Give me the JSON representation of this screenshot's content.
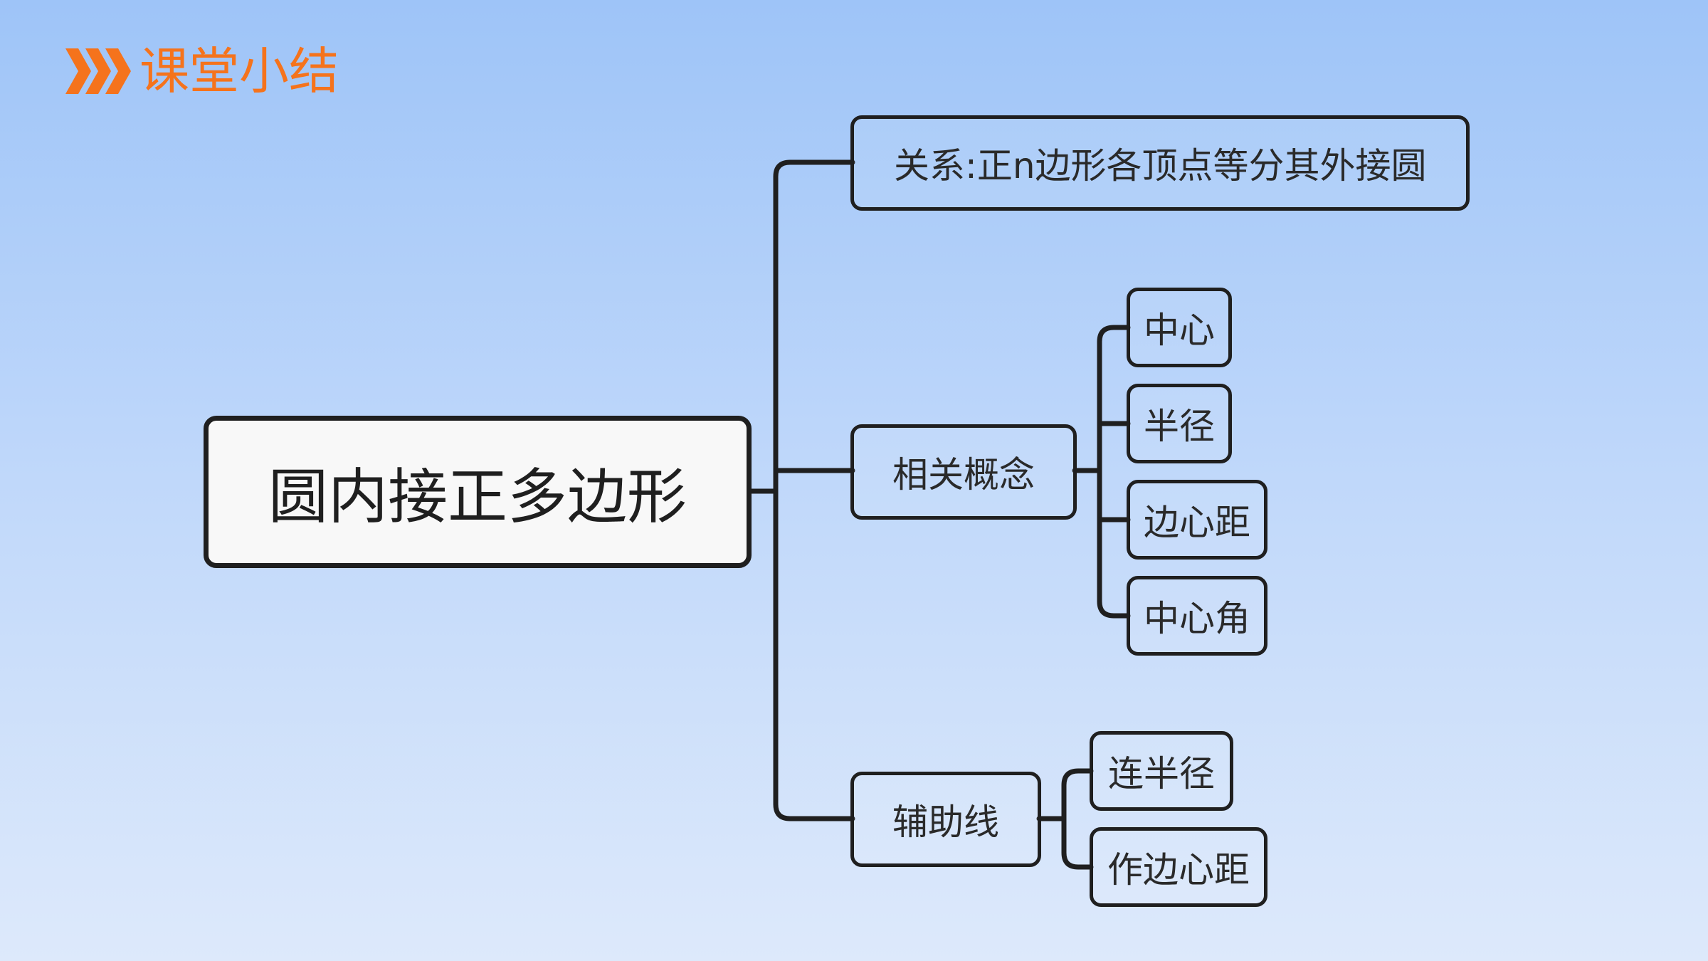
{
  "header": {
    "title": "课堂小结",
    "icon": "triple-chevron-right-icon",
    "accent_color": "#f5731c"
  },
  "mindmap": {
    "root": "圆内接正多边形",
    "relation": "关系:正n边形各顶点等分其外接圆",
    "concepts": {
      "label": "相关概念",
      "items": [
        "中心",
        "半径",
        "边心距",
        "中心角"
      ]
    },
    "auxiliary": {
      "label": "辅助线",
      "items": [
        "连半径",
        "作边心距"
      ]
    }
  }
}
